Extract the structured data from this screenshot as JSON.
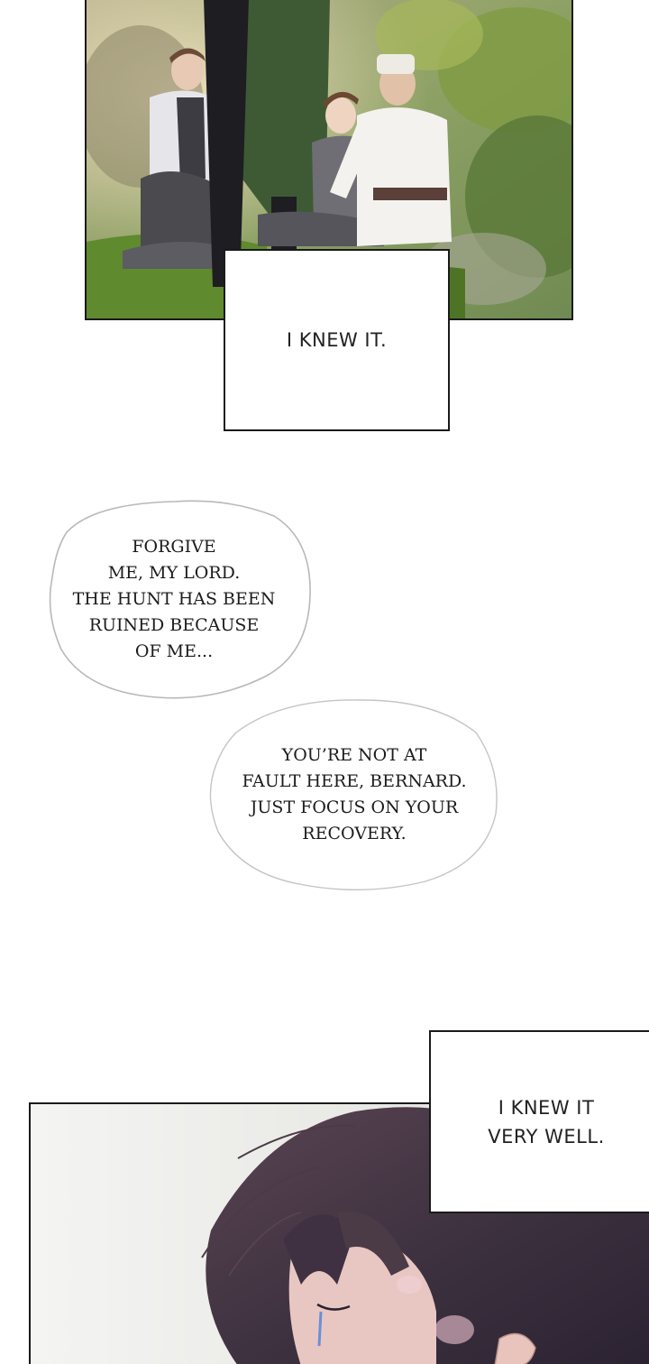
{
  "captions": {
    "top": "I KNEW IT.",
    "bottom_line1": "I KNEW IT",
    "bottom_line2": "VERY WELL."
  },
  "bubbles": {
    "first": "FORGIVE\nME, MY LORD.\nTHE HUNT HAS BEEN\nRUINED BECAUSE\nOF ME...",
    "second": "YOU’RE NOT AT\nFAULT HERE, BERNARD.\nJUST FOCUS ON YOUR\nRECOVERY."
  },
  "colors": {
    "panel_border": "#1a1a1a",
    "bubble_outline": "#b8b8b8",
    "foliage": "#7a9a4a",
    "grass": "#5f8a2e",
    "cloak_green": "#3e5a35",
    "hair_dark": "#3a2f3d"
  }
}
